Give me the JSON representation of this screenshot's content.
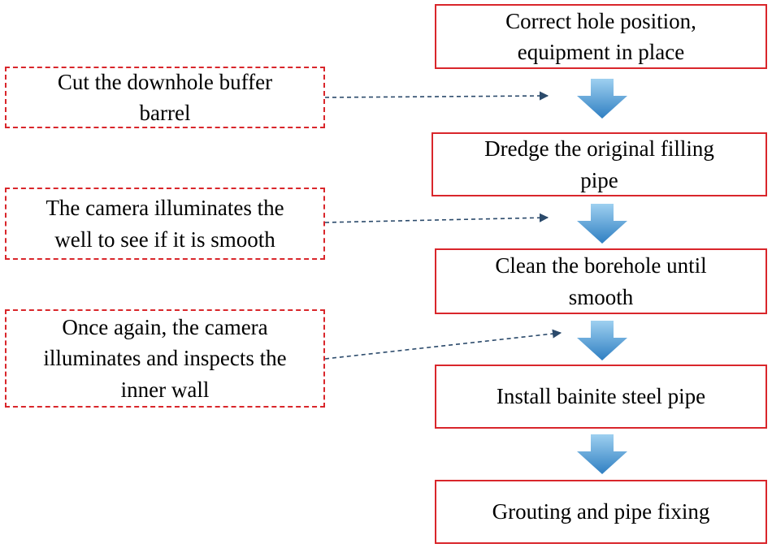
{
  "steps": [
    {
      "lines": [
        "Correct hole position,",
        "equipment in place"
      ]
    },
    {
      "lines": [
        "Dredge the original filling",
        "pipe"
      ]
    },
    {
      "lines": [
        "Clean the borehole until",
        "smooth"
      ]
    },
    {
      "lines": [
        "Install bainite steel pipe"
      ]
    },
    {
      "lines": [
        "Grouting and pipe fixing"
      ]
    }
  ],
  "inspections": [
    {
      "lines": [
        "Cut the downhole buffer",
        "barrel"
      ]
    },
    {
      "lines": [
        "The camera illuminates the",
        "well to see if it is smooth"
      ]
    },
    {
      "lines": [
        "Once again, the camera",
        "illuminates and inspects the",
        "inner wall"
      ]
    }
  ],
  "colors": {
    "box_border": "#d9262b",
    "arrow_top": "#9ed0f0",
    "arrow_bottom": "#2f7fc2",
    "dashed_line": "#2b4a6b"
  }
}
